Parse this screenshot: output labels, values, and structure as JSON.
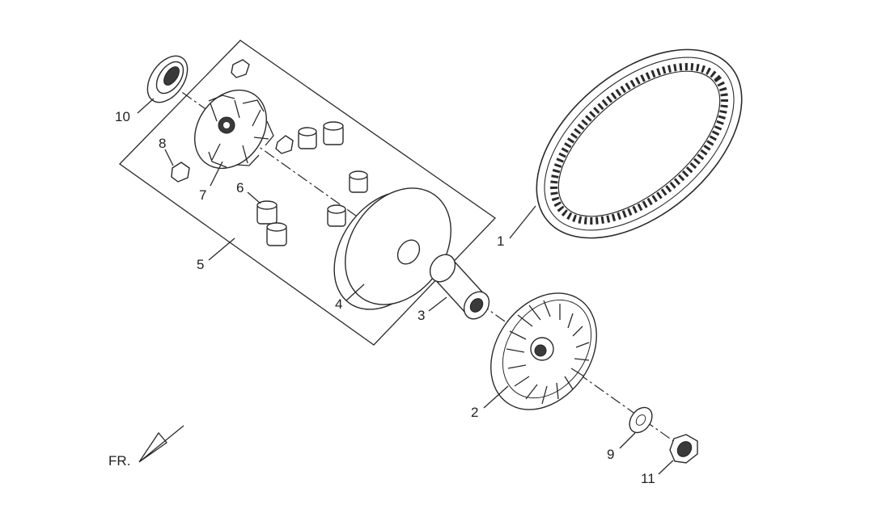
{
  "diagram": {
    "direction_label": "FR.",
    "callouts": [
      {
        "id": "belt",
        "label": "1"
      },
      {
        "id": "fan-pulley",
        "label": "2"
      },
      {
        "id": "collar",
        "label": "3"
      },
      {
        "id": "movable-face",
        "label": "4"
      },
      {
        "id": "assembly-box",
        "label": "5"
      },
      {
        "id": "rollers",
        "label": "6"
      },
      {
        "id": "ramp-plate",
        "label": "7"
      },
      {
        "id": "slider",
        "label": "8"
      },
      {
        "id": "washer",
        "label": "9"
      },
      {
        "id": "oil-seal",
        "label": "10"
      },
      {
        "id": "nut",
        "label": "11"
      }
    ]
  }
}
